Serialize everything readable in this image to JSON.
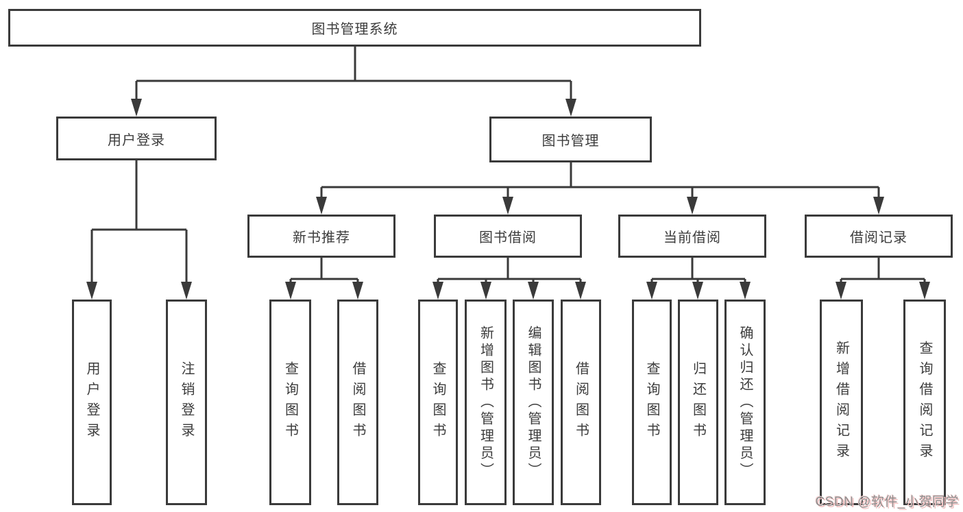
{
  "diagram": {
    "title": "图书管理系统",
    "level2": [
      {
        "label": "用户登录"
      },
      {
        "label": "图书管理"
      }
    ],
    "level3": [
      {
        "label": "新书推荐"
      },
      {
        "label": "图书借阅"
      },
      {
        "label": "当前借阅"
      },
      {
        "label": "借阅记录"
      }
    ],
    "leaves": {
      "user_login": [
        "用户登录",
        "注销登录"
      ],
      "new_books": [
        "查询图书",
        "借阅图书"
      ],
      "book_borrow": [
        "查询图书",
        "新增图书（管理员）",
        "编辑图书（管理员）",
        "借阅图书"
      ],
      "current_borrow": [
        "查询图书",
        "归还图书",
        "确认归还（管理员）"
      ],
      "borrow_records": [
        "新增借阅记录",
        "查询借阅记录"
      ]
    },
    "colors": {
      "line": "#3a3a3a",
      "text": "#3c3c3c",
      "box_background": "#ffffff"
    }
  },
  "watermark": {
    "text": "CSDN @软件_小贺同学",
    "text_color": "#8f8f8f",
    "accent_color": "#f2c0c0"
  }
}
